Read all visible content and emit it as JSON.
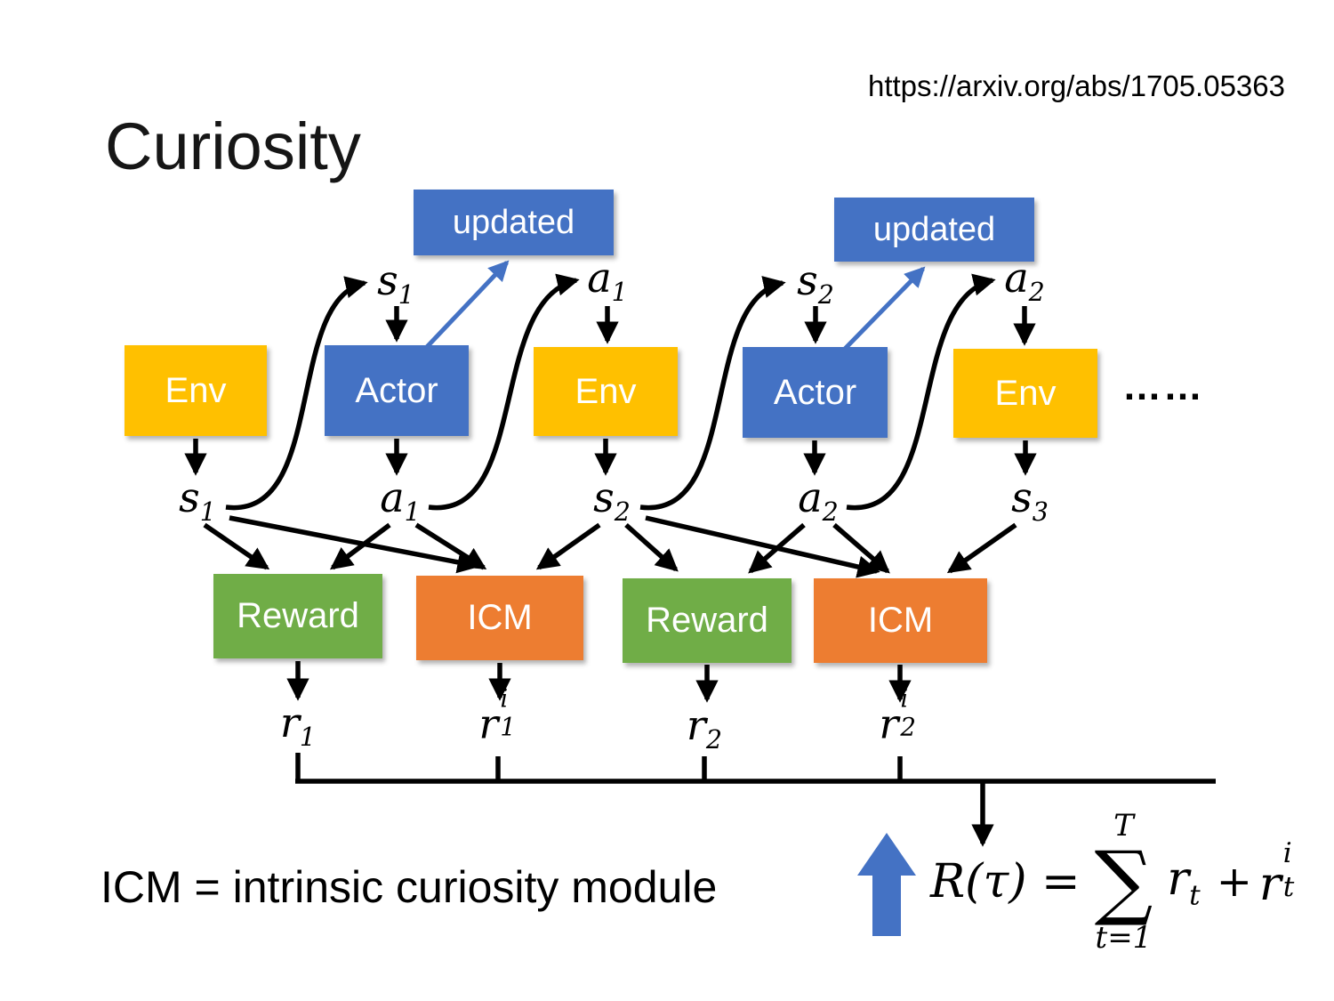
{
  "header": {
    "url": "https://arxiv.org/abs/1705.05363",
    "title": "Curiosity"
  },
  "diagram": {
    "updated_boxes": [
      {
        "label": "updated"
      },
      {
        "label": "updated"
      }
    ],
    "main_boxes": [
      {
        "label": "Env"
      },
      {
        "label": "Actor"
      },
      {
        "label": "Env"
      },
      {
        "label": "Actor"
      },
      {
        "label": "Env"
      }
    ],
    "ellipsis": "……",
    "top_labels": [
      {
        "base": "s",
        "sub": "1"
      },
      {
        "base": "a",
        "sub": "1"
      },
      {
        "base": "s",
        "sub": "2"
      },
      {
        "base": "a",
        "sub": "2"
      }
    ],
    "mid_labels": [
      {
        "base": "s",
        "sub": "1"
      },
      {
        "base": "a",
        "sub": "1"
      },
      {
        "base": "s",
        "sub": "2"
      },
      {
        "base": "a",
        "sub": "2"
      },
      {
        "base": "s",
        "sub": "3"
      }
    ],
    "module_boxes": [
      {
        "label": "Reward"
      },
      {
        "label": "ICM"
      },
      {
        "label": "Reward"
      },
      {
        "label": "ICM"
      }
    ],
    "output_labels": [
      {
        "base": "r",
        "sub": "1",
        "sup": ""
      },
      {
        "base": "r",
        "sub": "1",
        "sup": "i"
      },
      {
        "base": "r",
        "sub": "2",
        "sup": ""
      },
      {
        "base": "r",
        "sub": "2",
        "sup": "i"
      }
    ]
  },
  "formula": {
    "lhs": "R(τ) =",
    "sum_upper": "T",
    "sum_symbol": "∑",
    "sum_lower": "t=1",
    "term1_base": "r",
    "term1_sub": "t",
    "plus": "+",
    "term2_base": "r",
    "term2_sub": "t",
    "term2_sup": "i"
  },
  "caption": "ICM = intrinsic curiosity module",
  "colors": {
    "actor_blue": "#4472C4",
    "env_gold": "#FFC000",
    "reward_green": "#70AD47",
    "icm_orange": "#ED7D31"
  }
}
